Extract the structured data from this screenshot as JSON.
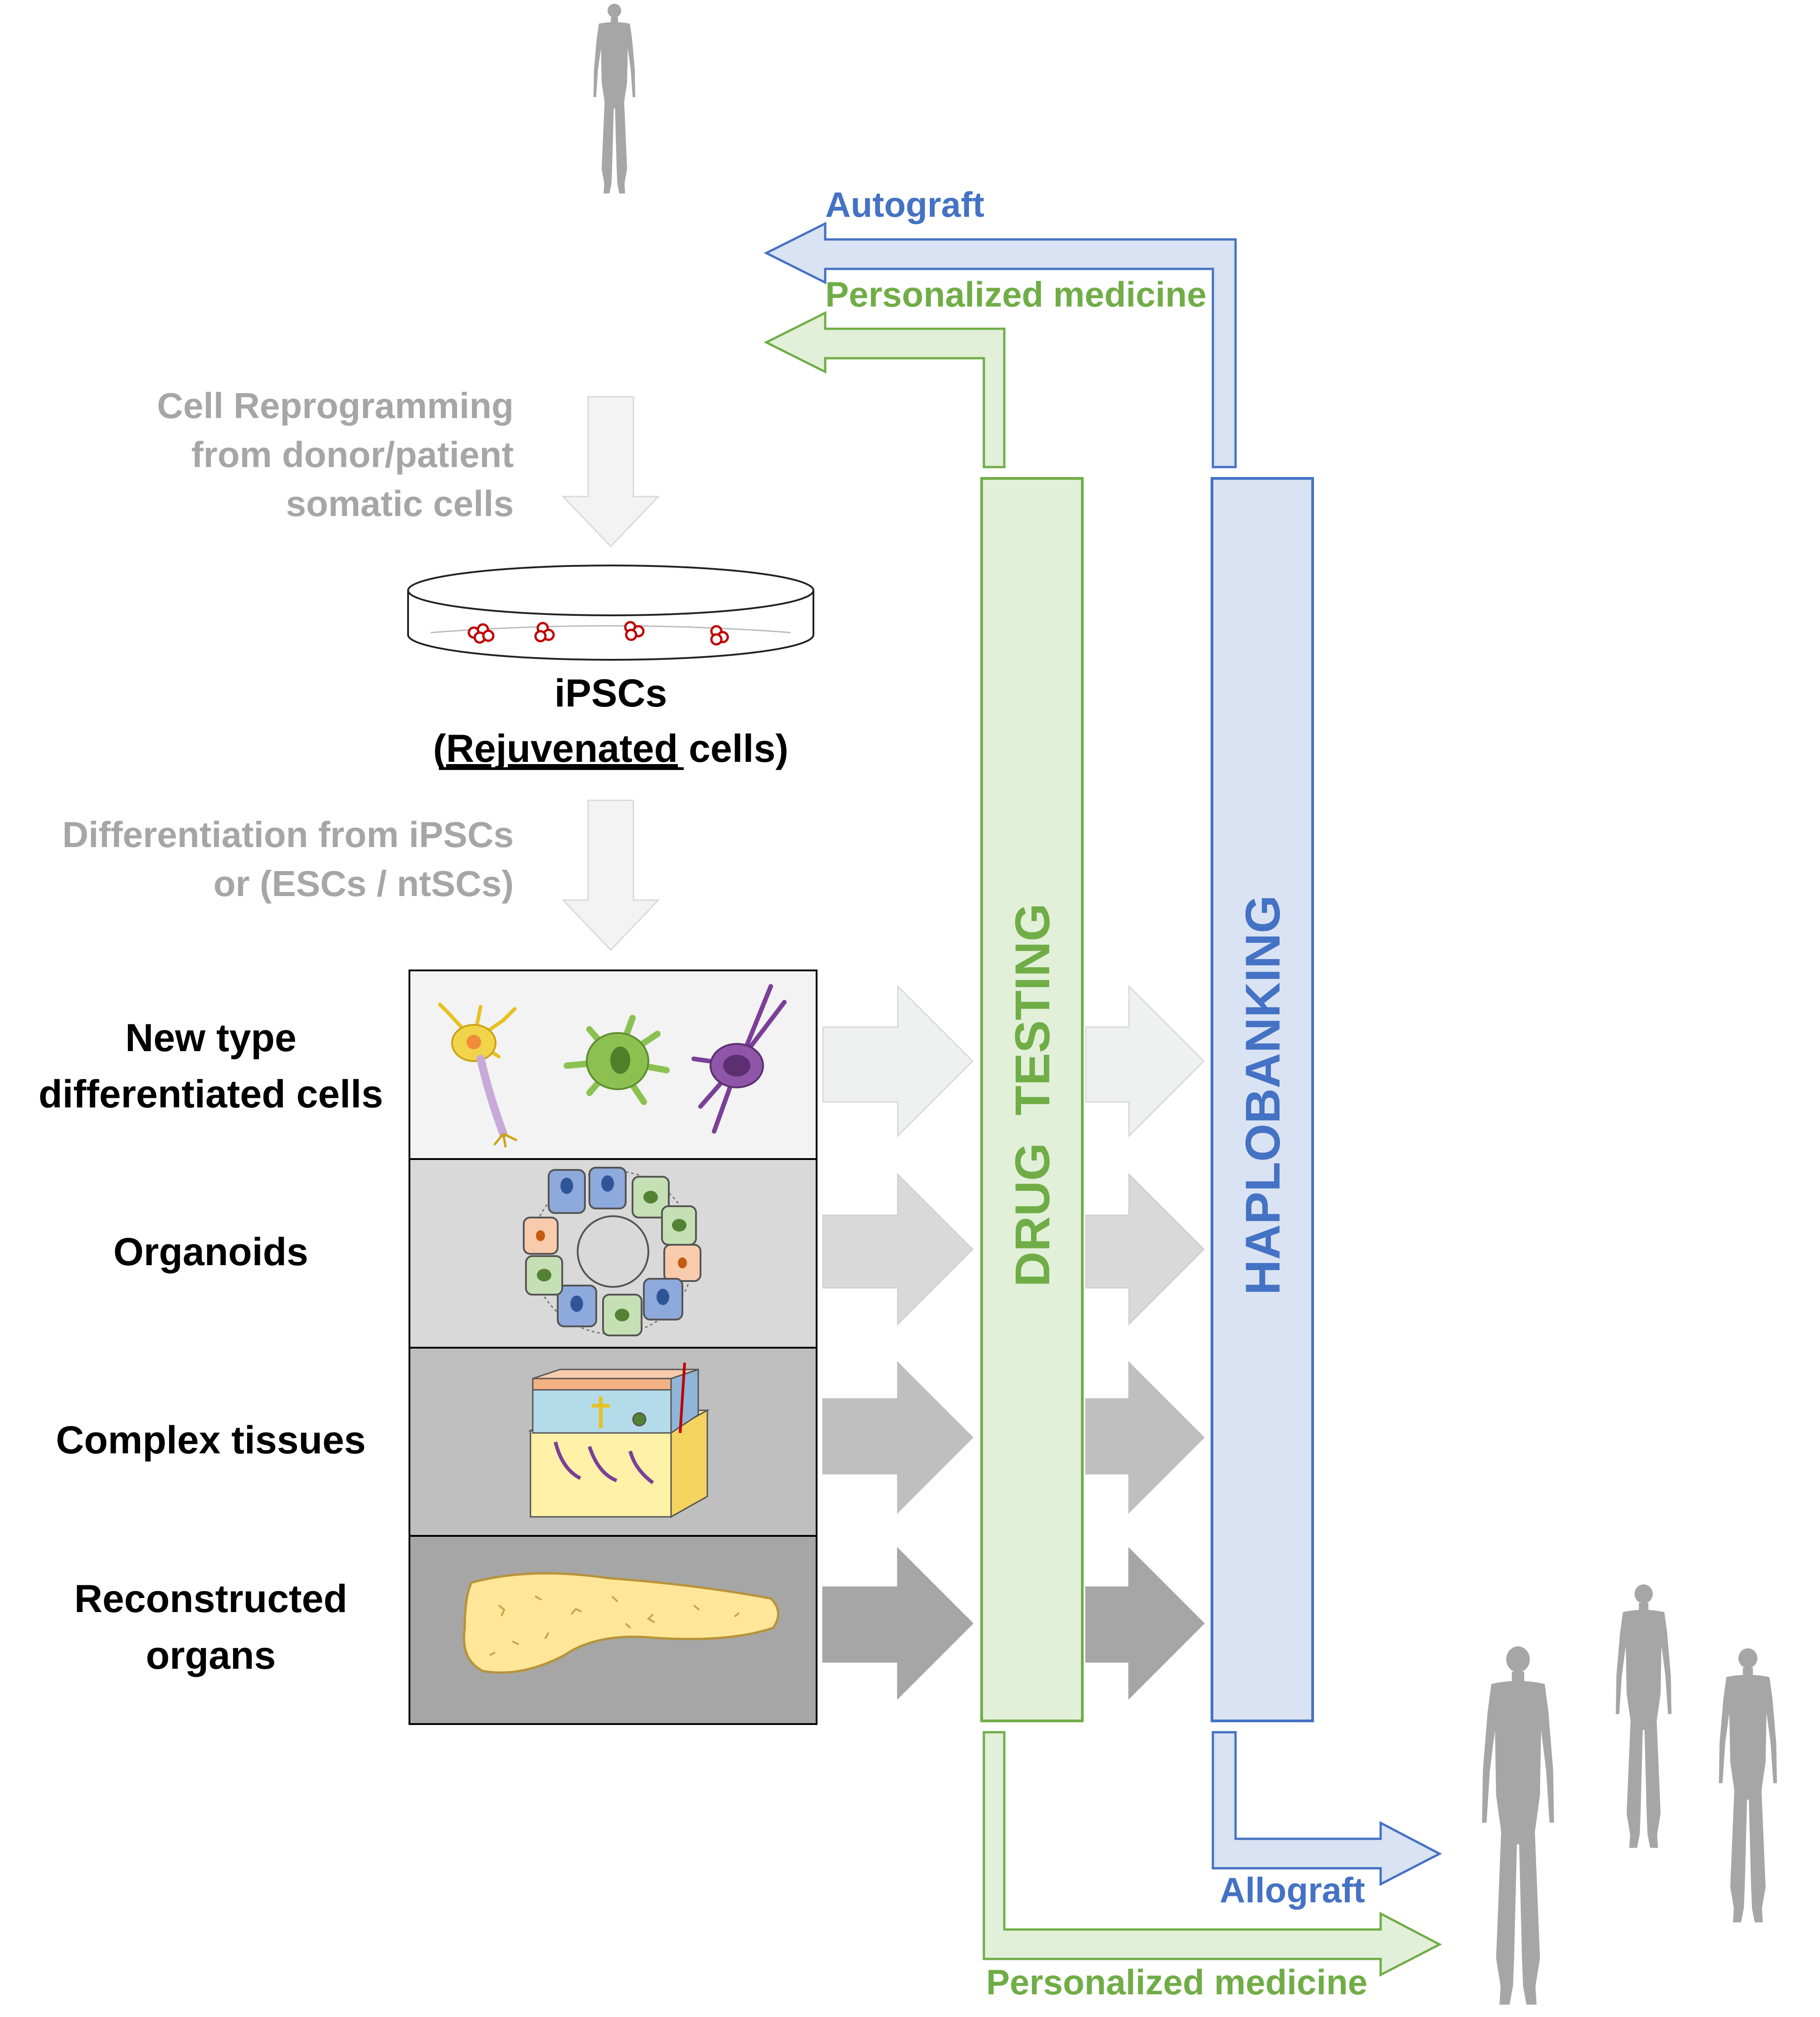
{
  "top": {
    "reprogramming_lines": [
      "Cell Reprogramming",
      "from donor/patient",
      "somatic cells"
    ],
    "ipscs_title": "iPSCs",
    "ipscs_open": "(",
    "ipscs_underlined": "Rejuvenated",
    "ipscs_rest": " cells)",
    "differentiation_lines": [
      "Differentiation from iPSCs",
      "or (ESCs / ntSCs)"
    ]
  },
  "rows": [
    {
      "label_lines": [
        "New type",
        "differentiated cells"
      ],
      "panel_color": "#f2f3f2",
      "arrow_color": "#eff0f0"
    },
    {
      "label_lines": [
        "Organoids"
      ],
      "panel_color": "#d9d9d9",
      "arrow_color": "#d9d9d9"
    },
    {
      "label_lines": [
        "Complex tissues"
      ],
      "panel_color": "#bfbfbf",
      "arrow_color": "#bfbfbf"
    },
    {
      "label_lines": [
        "Reconstructed",
        "organs"
      ],
      "panel_color": "#a6a6a6",
      "arrow_color": "#a6a6a6"
    }
  ],
  "bars": {
    "drug_testing": "DRUG  TESTING",
    "haplobanking": "HAPLOBANKING"
  },
  "outputs": {
    "autograft": "Autograft",
    "personalized_top": "Personalized medicine",
    "allograft": "Allograft",
    "personalized_bottom": "Personalized medicine"
  },
  "colors": {
    "green": "#70ad47",
    "green_fill": "#e2f0d9",
    "blue": "#4472c4",
    "blue_fill": "#dae3f3",
    "grey_text": "#a6a6a6",
    "silhouette": "#a6a6a6"
  }
}
